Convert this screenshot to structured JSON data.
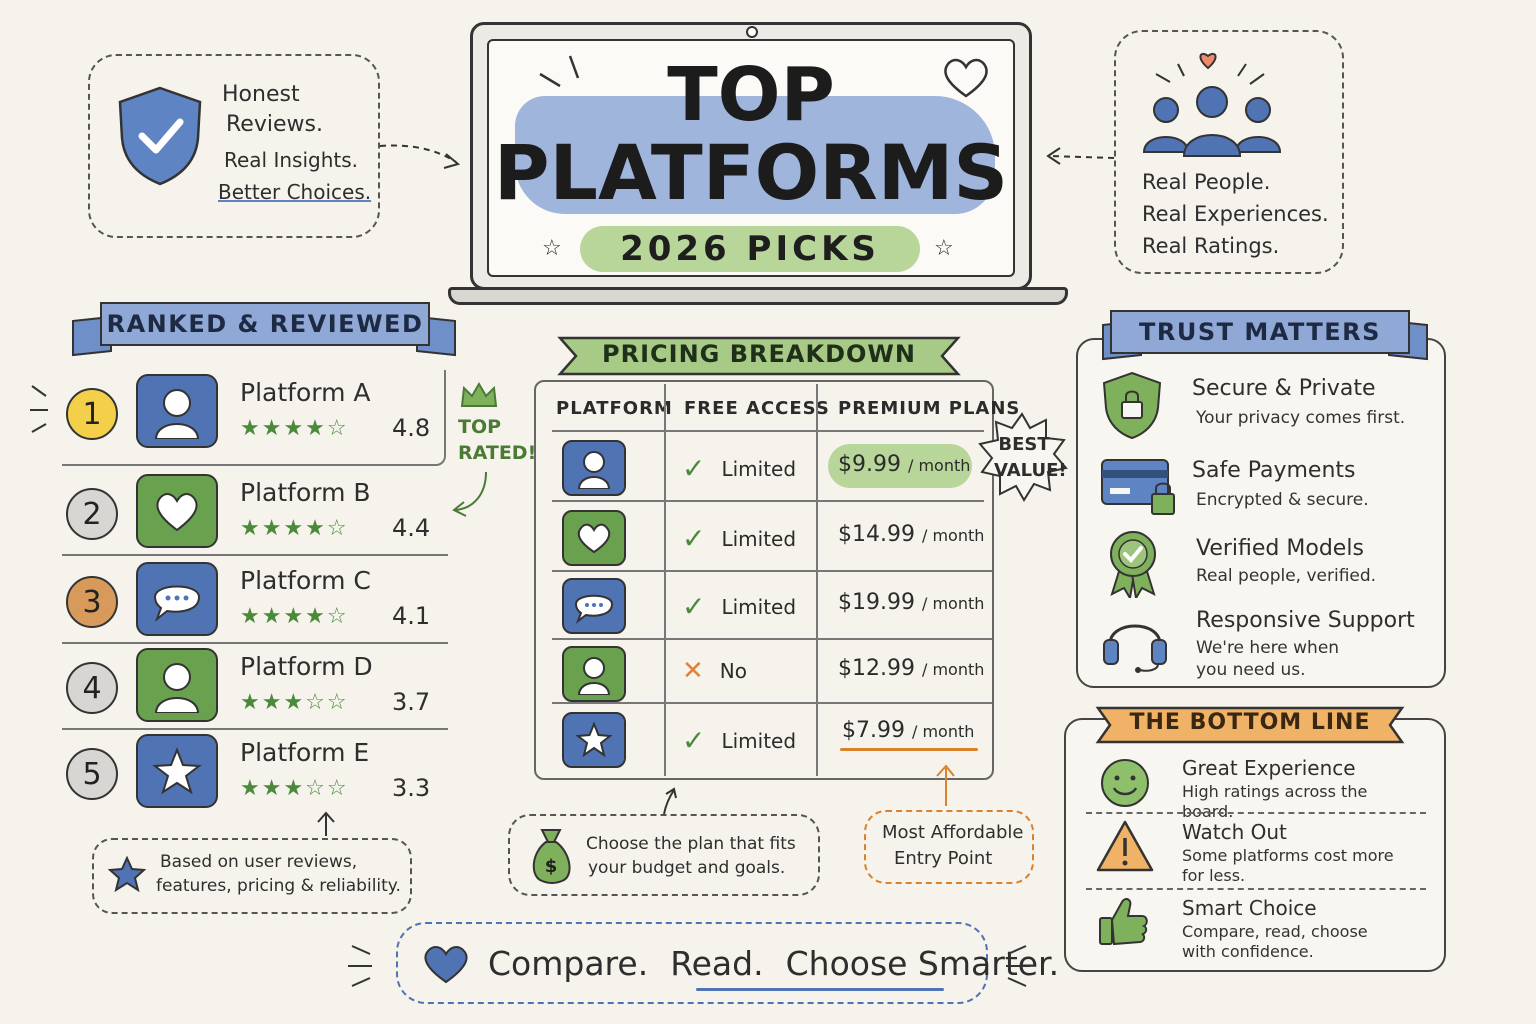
{
  "hero": {
    "title_line1": "TOP",
    "title_line2": "PLATFORMS",
    "subtitle": "2026 PICKS"
  },
  "left_note": {
    "lines": [
      "Honest",
      "Reviews.",
      "Real Insights.",
      "Better Choices."
    ]
  },
  "right_note": {
    "lines": [
      "Real People.",
      "Real Experiences.",
      "Real Ratings."
    ]
  },
  "ranked": {
    "heading": "RANKED & REVIEWED",
    "top_rated": "TOP RATED!",
    "items": [
      {
        "rank": "1",
        "name": "Platform A",
        "score": "4.8",
        "rating": 4.8,
        "stars": "★★★★☆",
        "icon": "person-icon",
        "rank_color": "#f4cf4a",
        "icon_color": "#4f73b3"
      },
      {
        "rank": "2",
        "name": "Platform B",
        "score": "4.4",
        "rating": 4.4,
        "stars": "★★★★☆",
        "icon": "heart-icon",
        "rank_color": "#d8d6d2",
        "icon_color": "#69a14f"
      },
      {
        "rank": "3",
        "name": "Platform C",
        "score": "4.1",
        "rating": 4.1,
        "stars": "★★★★☆",
        "icon": "chat-icon",
        "rank_color": "#d89a5a",
        "icon_color": "#4f73b3"
      },
      {
        "rank": "4",
        "name": "Platform D",
        "score": "3.7",
        "rating": 3.7,
        "stars": "★★★☆☆",
        "icon": "person-icon",
        "rank_color": "#d8d6d2",
        "icon_color": "#69a14f"
      },
      {
        "rank": "5",
        "name": "Platform E",
        "score": "3.3",
        "rating": 3.3,
        "stars": "★★★☆☆",
        "icon": "star-icon",
        "rank_color": "#d8d6d2",
        "icon_color": "#4f73b3"
      }
    ],
    "footnote": [
      "Based on user reviews,",
      "features, pricing & reliability."
    ]
  },
  "pricing": {
    "heading": "PRICING BREAKDOWN",
    "columns": [
      "PLATFORM",
      "FREE ACCESS",
      "PREMIUM PLANS"
    ],
    "rows": [
      {
        "icon": "person-icon",
        "icon_color": "#4f73b3",
        "free": "Limited",
        "free_ok": true,
        "price": "$9.99",
        "period": "/ month"
      },
      {
        "icon": "heart-icon",
        "icon_color": "#69a14f",
        "free": "Limited",
        "free_ok": true,
        "price": "$14.99",
        "period": "/ month"
      },
      {
        "icon": "chat-icon",
        "icon_color": "#4f73b3",
        "free": "Limited",
        "free_ok": true,
        "price": "$19.99",
        "period": "/ month"
      },
      {
        "icon": "person-icon",
        "icon_color": "#69a14f",
        "free": "No",
        "free_ok": false,
        "price": "$12.99",
        "period": "/ month"
      },
      {
        "icon": "star-icon",
        "icon_color": "#4f73b3",
        "free": "Limited",
        "free_ok": true,
        "price": "$7.99",
        "period": "/ month"
      }
    ],
    "best_value": [
      "BEST",
      "VALUE!"
    ],
    "budget_note": [
      "Choose the plan that fits",
      "your budget and goals."
    ],
    "affordable_note": [
      "Most Affordable",
      "Entry Point"
    ]
  },
  "trust": {
    "heading": "TRUST MATTERS",
    "items": [
      {
        "title": "Secure & Private",
        "sub": [
          "Your privacy comes first."
        ],
        "icon": "shield-lock-icon"
      },
      {
        "title": "Safe Payments",
        "sub": [
          "Encrypted & secure."
        ],
        "icon": "credit-card-icon"
      },
      {
        "title": "Verified Models",
        "sub": [
          "Real people, verified."
        ],
        "icon": "verified-badge-icon"
      },
      {
        "title": "Responsive Support",
        "sub": [
          "We're here when",
          "you need us."
        ],
        "icon": "headset-icon"
      }
    ]
  },
  "bottom_line": {
    "heading": "THE BOTTOM LINE",
    "items": [
      {
        "title": "Great Experience",
        "sub": [
          "High ratings across the board."
        ],
        "icon": "smiley-icon"
      },
      {
        "title": "Watch Out",
        "sub": [
          "Some platforms cost more",
          "for less."
        ],
        "icon": "warning-icon"
      },
      {
        "title": "Smart Choice",
        "sub": [
          "Compare, read, choose",
          "with confidence."
        ],
        "icon": "thumbs-up-icon"
      }
    ]
  },
  "footer": {
    "tagline_parts": [
      "Compare.",
      "Read.",
      "Choose Smarter."
    ]
  },
  "colors": {
    "blue": "#4f73b3",
    "green": "#69a14f",
    "light_green": "#b8d69a",
    "orange": "#f0b266",
    "ribbon_blue": "#8fa8d6"
  }
}
